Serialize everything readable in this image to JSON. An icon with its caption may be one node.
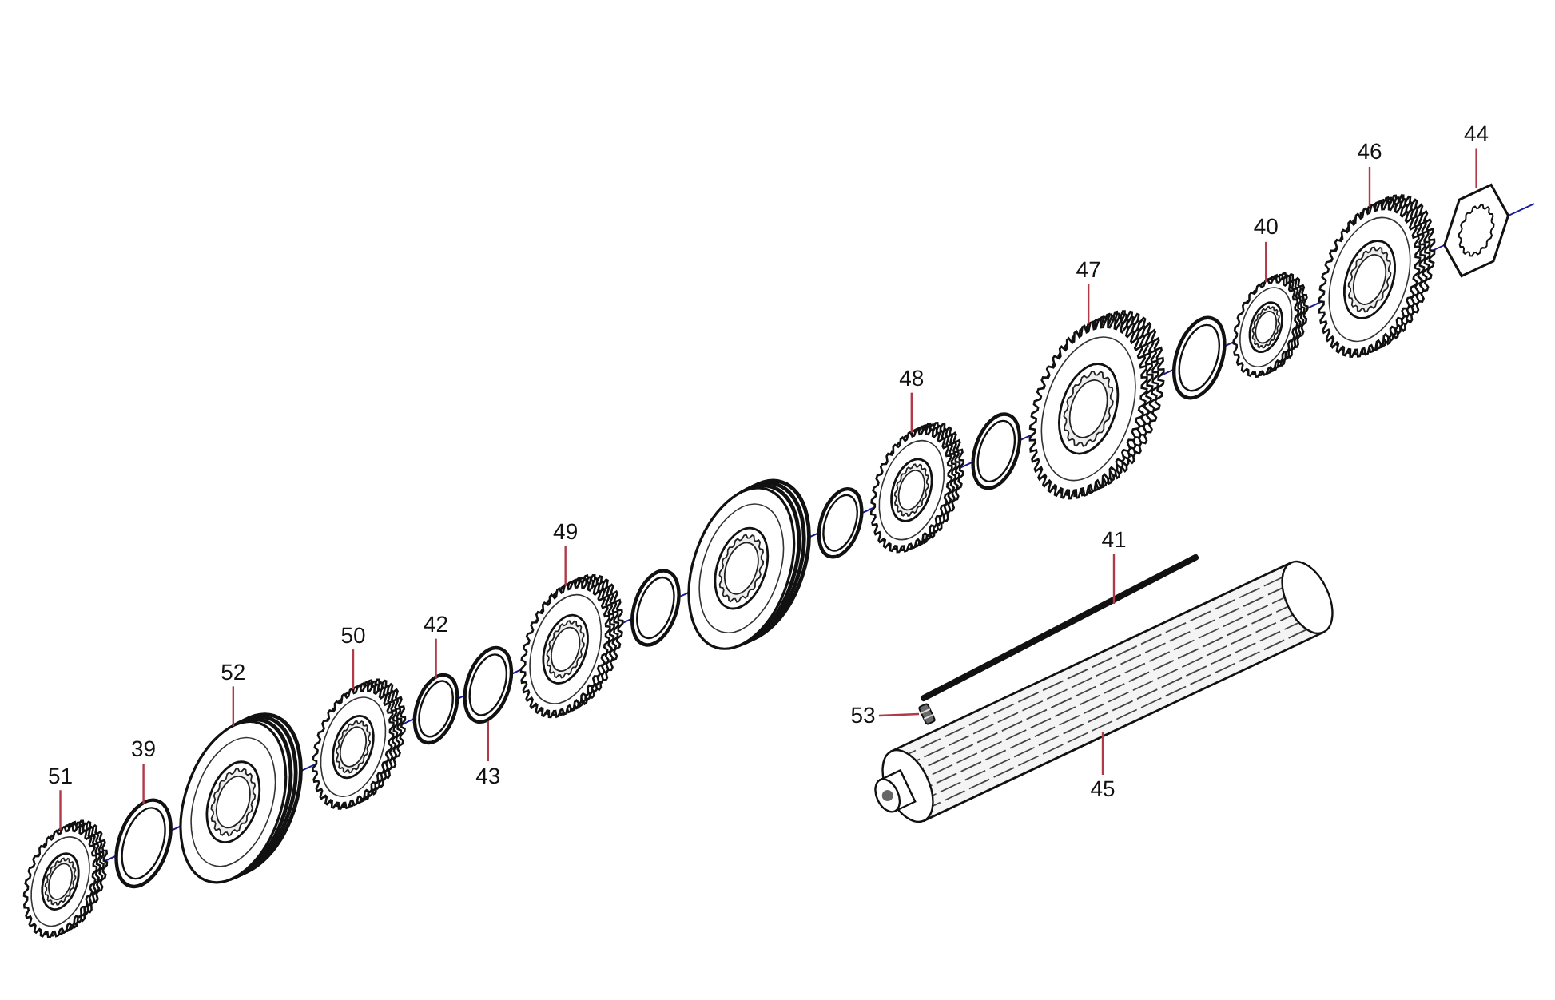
{
  "diagram": {
    "nodes": [
      {
        "text": [
          "51"
        ]
      },
      {
        "text": [],
        "shape": "picture"
      },
      {
        "text": [
          "39"
        ]
      },
      {
        "text": [],
        "shape": "picture"
      },
      {
        "text": [
          "52"
        ]
      },
      {
        "text": [],
        "shape": "picture"
      },
      {
        "text": [
          "50"
        ]
      },
      {
        "text": [],
        "shape": "picture"
      },
      {
        "text": [
          "42"
        ]
      },
      {
        "text": [],
        "shape": "picture"
      },
      {
        "text": [
          "43"
        ]
      },
      {
        "text": [],
        "shape": "picture"
      },
      {
        "text": [
          "49"
        ]
      },
      {
        "text": [],
        "shape": "picture"
      },
      {
        "text": [
          "48"
        ]
      },
      {
        "text": [],
        "shape": "picture"
      },
      {
        "text": [
          "47"
        ]
      },
      {
        "text": [],
        "shape": "picture"
      },
      {
        "text": [
          "40"
        ]
      },
      {
        "text": [],
        "shape": "picture"
      },
      {
        "text": [
          "46"
        ]
      },
      {
        "text": [],
        "shape": "picture"
      },
      {
        "text": [
          "44"
        ]
      },
      {
        "text": [],
        "shape": "picture"
      },
      {
        "text": [
          "41"
        ]
      },
      {
        "text": [],
        "shape": "picture"
      },
      {
        "text": [
          "53"
        ]
      },
      {
        "text": [],
        "shape": "picture"
      },
      {
        "text": [
          "45"
        ]
      },
      {
        "text": [],
        "shape": "picture"
      }
    ],
    "edges": [
      {
        "from": 0,
        "to": 1,
        "arrow": "none"
      },
      {
        "from": 2,
        "to": 3,
        "arrow": "none"
      },
      {
        "from": 4,
        "to": 5,
        "arrow": "none"
      },
      {
        "from": 6,
        "to": 7,
        "arrow": "none"
      },
      {
        "from": 8,
        "to": 9,
        "arrow": "none"
      },
      {
        "from": 10,
        "to": 11,
        "arrow": "none"
      },
      {
        "from": 12,
        "to": 13,
        "arrow": "none"
      },
      {
        "from": 14,
        "to": 15,
        "arrow": "none"
      },
      {
        "from": 16,
        "to": 17,
        "arrow": "none"
      },
      {
        "from": 18,
        "to": 19,
        "arrow": "none"
      },
      {
        "from": 20,
        "to": 21,
        "arrow": "none"
      },
      {
        "from": 22,
        "to": 23,
        "arrow": "none"
      },
      {
        "from": 24,
        "to": 25,
        "arrow": "none"
      },
      {
        "from": 26,
        "to": 27,
        "arrow": "none"
      },
      {
        "from": 28,
        "to": 29,
        "arrow": "none"
      }
    ]
  }
}
